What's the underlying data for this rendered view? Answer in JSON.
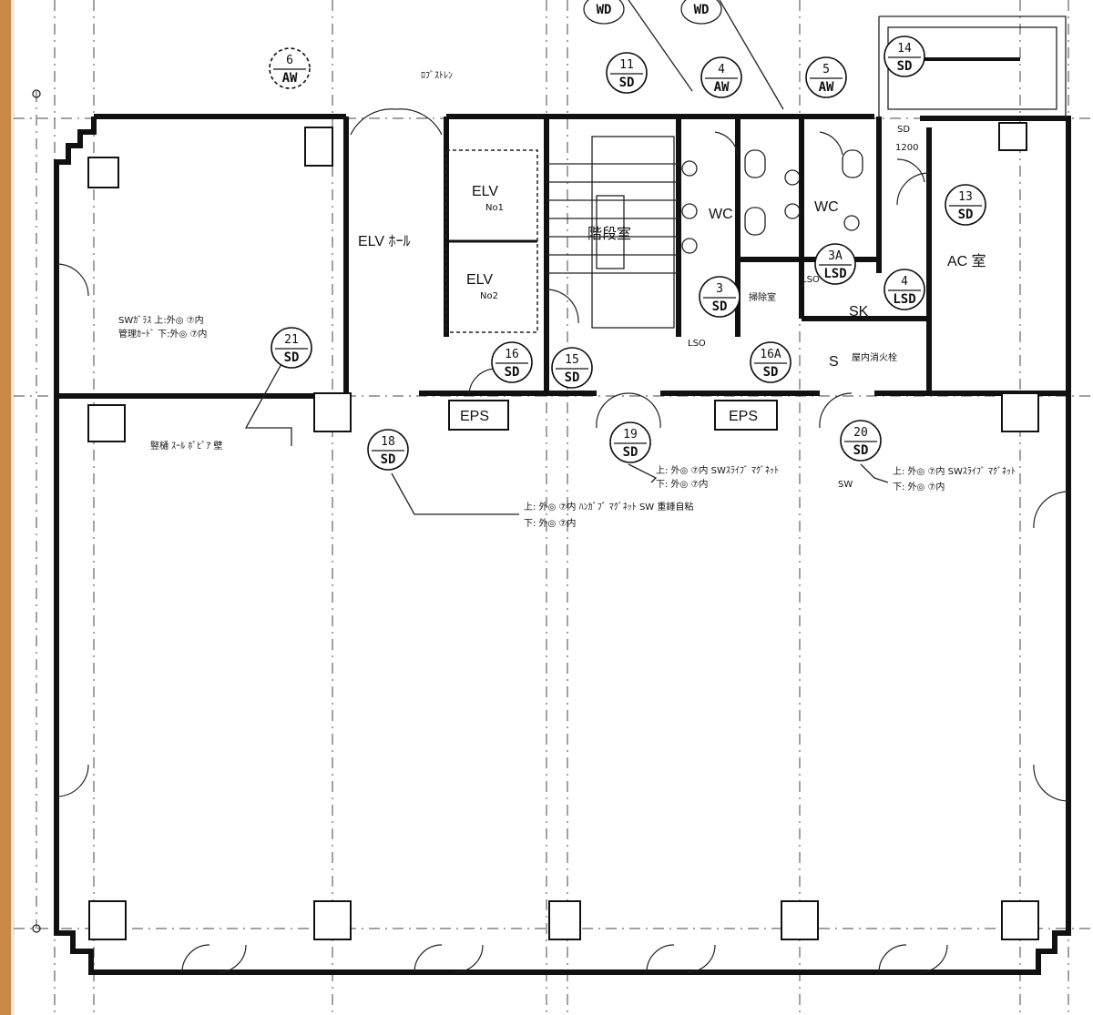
{
  "rooms": {
    "elv_hall": "ELV ﾎｰﾙ",
    "elv1": "ELV",
    "elv1_no": "No1",
    "elv2": "ELV",
    "elv2_no": "No2",
    "stair": "階段室",
    "wc1": "WC",
    "wc2": "WC",
    "ac_room": "AC 室",
    "eps1": "EPS",
    "eps2": "EPS",
    "sk": "SK",
    "lso": "LSO",
    "s": "S",
    "cleaning": "掃除室",
    "hydrant": "屋内消火栓"
  },
  "tags": [
    {
      "num": "6",
      "type": "AW"
    },
    {
      "num": "11",
      "type": "SD"
    },
    {
      "num": "4",
      "type": "AW"
    },
    {
      "num": "5",
      "type": "AW"
    },
    {
      "num": "14",
      "type": "SD"
    },
    {
      "num": "13",
      "type": "SD"
    },
    {
      "num": "3A",
      "type": "LSD"
    },
    {
      "num": "4",
      "type": "LSD"
    },
    {
      "num": "3",
      "type": "SD"
    },
    {
      "num": "16A",
      "type": "SD"
    },
    {
      "num": "16",
      "type": "SD"
    },
    {
      "num": "15",
      "type": "SD"
    },
    {
      "num": "21",
      "type": "SD"
    },
    {
      "num": "18",
      "type": "SD"
    },
    {
      "num": "19",
      "type": "SD"
    },
    {
      "num": "20",
      "type": "SD"
    }
  ],
  "top_tags": [
    "WD",
    "WD"
  ],
  "notes": {
    "top_note": "ﾛﾌﾞｽﾄﾚﾝ",
    "sd_note": "SD",
    "sd_1200": "1200",
    "left_note_1": "SWｶﾞﾗｽ 上:外◎ ⑦内",
    "left_note_2": "管理ｶｰﾄﾞ 下:外◎ ⑦内",
    "mid_left_note": "竪樋 ｽｰﾙ ﾎﾟﾋﾟｱ 壁",
    "center_note_1": "上: 外◎ ⑦内 ﾊﾝｶﾞﾌﾞ ﾏｸﾞﾈｯﾄ SW 重錘自粘",
    "center_note_2": "下: 外◎ ⑦内",
    "right_note_1": "上: 外◎ ⑦内 SWｽﾗｲﾌﾞ ﾏｸﾞﾈｯﾄ",
    "right_note_2": "下: 外◎ ⑦内",
    "right_note_3": "SW",
    "far_right_note_1": "上: 外◎ ⑦内 SWｽﾗｲﾌﾞ ﾏｸﾞﾈｯﾄ",
    "far_right_note_2": "下: 外◎ ⑦内",
    "wc_lso": "LSO"
  }
}
